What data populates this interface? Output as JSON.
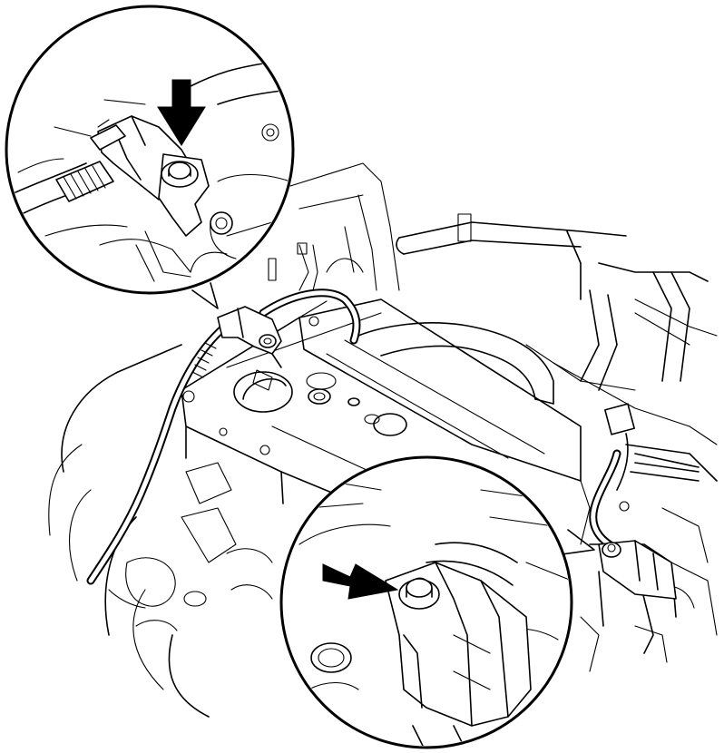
{
  "illustration": {
    "subject": "engine-wire-harness-bolt-removal",
    "callouts": [
      {
        "id": "upper-left",
        "icon": "arrow-down-icon",
        "points_to": "harness-clamp-bolt"
      },
      {
        "id": "lower-right",
        "icon": "arrow-right-icon",
        "points_to": "harness-bracket-bolt"
      }
    ],
    "colors": {
      "line": "#000000",
      "background": "#ffffff"
    }
  }
}
